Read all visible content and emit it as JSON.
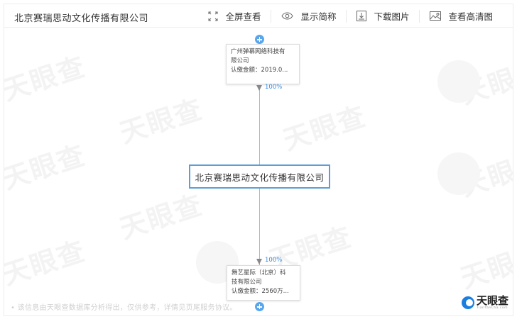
{
  "header": {
    "title": "北京赛瑞思动文化传播有限公司",
    "tools": [
      {
        "icon": "fullscreen-icon",
        "label": "全屏查看"
      },
      {
        "icon": "eye-icon",
        "label": "显示简称"
      },
      {
        "icon": "download-icon",
        "label": "下载图片"
      },
      {
        "icon": "image-icon",
        "label": "查看高清图"
      }
    ]
  },
  "diagram": {
    "center": {
      "name": "北京赛瑞思动文化传播有限公司"
    },
    "upstream": {
      "name_line1": "广州弹幕网络科技有",
      "name_line2": "限公司",
      "amount": "认缴金额：2019.0...",
      "percent": "100%"
    },
    "downstream": {
      "name_line1": "舞艺星际（北京）科",
      "name_line2": "技有限公司",
      "amount": "认缴金额：2560万...",
      "percent": "100%"
    }
  },
  "footer": {
    "note": "• 该信息由天眼查数据库分析得出，仅供参考，详情见页尾服务协议。",
    "brand_name": "天眼查",
    "brand_domain": "TianYanCha.com"
  },
  "watermark": {
    "text": "天眼查"
  },
  "colors": {
    "accent": "#5a9fd8",
    "percent": "#3d8ee0",
    "plus": "#5aa6ec",
    "brand": "#1a7fe0"
  }
}
